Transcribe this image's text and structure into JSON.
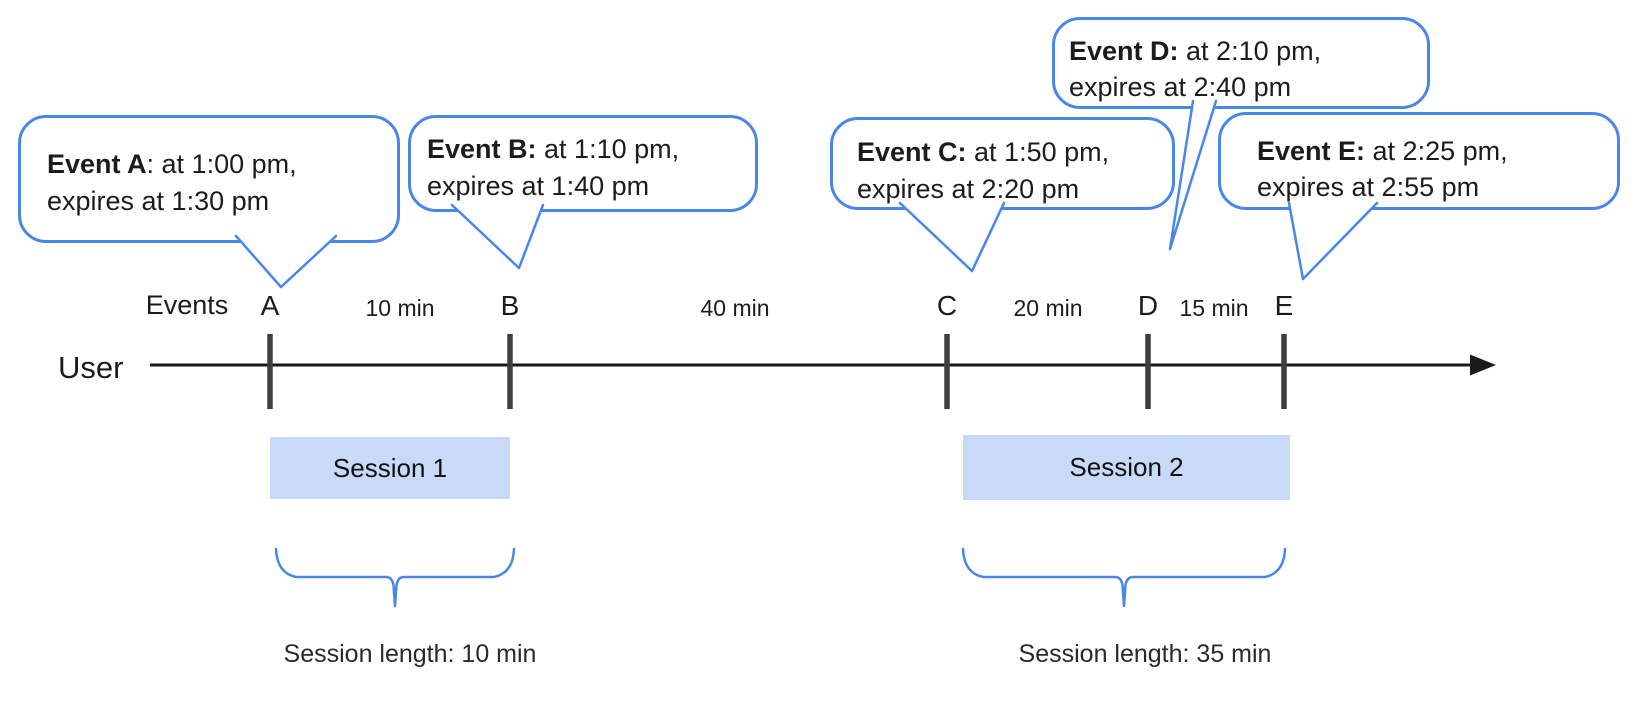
{
  "colors": {
    "accent": "#4a86e8",
    "session_fill": "#c9daf8",
    "axis": "#1a1a1a",
    "tick": "#3f3f3f",
    "text": "#1c1c1c"
  },
  "axis": {
    "user_label": "User",
    "events_label": "Events"
  },
  "events": [
    {
      "letter": "A",
      "title": "Event A",
      "time": ": at 1:00 pm,",
      "expires": "expires at 1:30 pm"
    },
    {
      "letter": "B",
      "title": "Event B:",
      "time": " at 1:10 pm,",
      "expires": "expires at 1:40 pm"
    },
    {
      "letter": "C",
      "title": "Event C:",
      "time": " at 1:50 pm,",
      "expires": "expires at 2:20 pm"
    },
    {
      "letter": "D",
      "title": "Event D:",
      "time": " at 2:10 pm,",
      "expires": "expires at 2:40 pm"
    },
    {
      "letter": "E",
      "title": "Event E:",
      "time": " at 2:25 pm,",
      "expires": "expires at 2:55 pm"
    }
  ],
  "intervals": [
    {
      "label": "10 min"
    },
    {
      "label": "40 min"
    },
    {
      "label": "20 min"
    },
    {
      "label": "15 min"
    }
  ],
  "sessions": [
    {
      "label": "Session 1",
      "length_label": "Session length: 10 min"
    },
    {
      "label": "Session 2",
      "length_label": "Session length: 35 min"
    }
  ]
}
